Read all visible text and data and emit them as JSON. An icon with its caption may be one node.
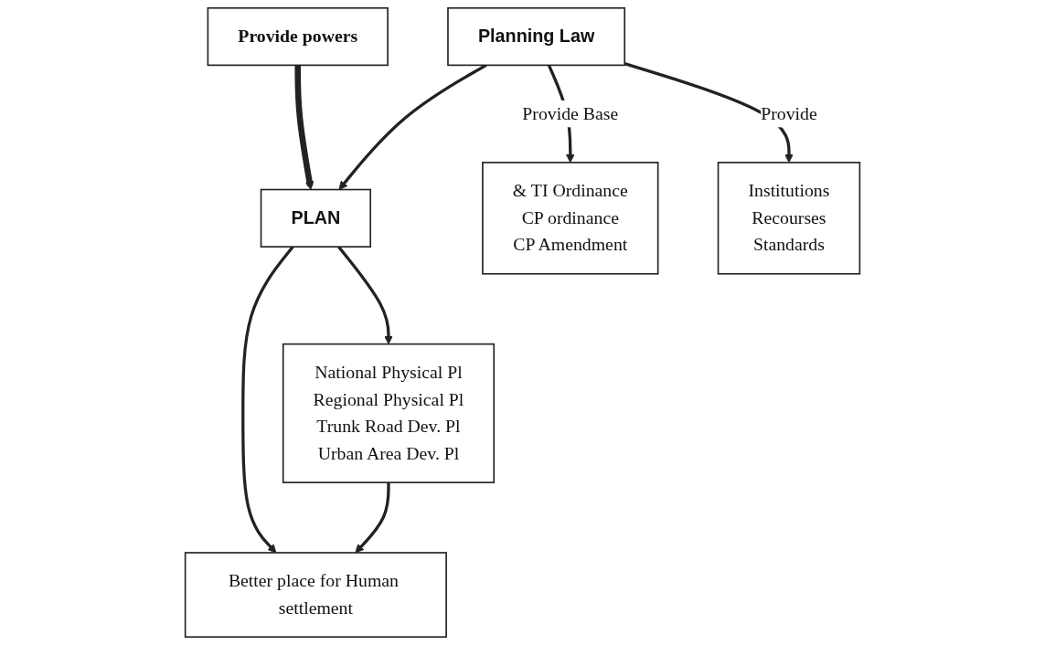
{
  "diagram": {
    "nodes": [
      {
        "text": [
          "Planning Law"
        ]
      },
      {
        "text": [
          "PLAN"
        ]
      },
      {
        "text": [
          "Better place for Human settlement"
        ]
      },
      {
        "text": [
          "& TI Ordinance",
          "CP ordinance",
          "CP Amendment"
        ]
      },
      {
        "text": [
          "Institutions",
          "Recourses",
          "Standards"
        ]
      },
      {
        "text": [
          "Provide powers"
        ]
      },
      {
        "text": [
          "National Physical Pl",
          "Regional Physical Pl",
          "Trunk Road Dev. Pl",
          "Urban Area Dev. Pl"
        ]
      }
    ],
    "edges": [
      {
        "from": 0,
        "to": 1,
        "arrow": "to"
      },
      {
        "from": 1,
        "to": 2,
        "arrow": "to"
      },
      {
        "from": 0,
        "to": 3,
        "arrow": "to",
        "label": "Provide Base"
      },
      {
        "from": 0,
        "to": 4,
        "arrow": "to",
        "label": "Provide"
      },
      {
        "from": 5,
        "to": 1,
        "arrow": "to",
        "style": "thick"
      },
      {
        "from": 1,
        "to": 6,
        "arrow": "to"
      },
      {
        "from": 6,
        "to": 2,
        "arrow": "to"
      }
    ]
  }
}
